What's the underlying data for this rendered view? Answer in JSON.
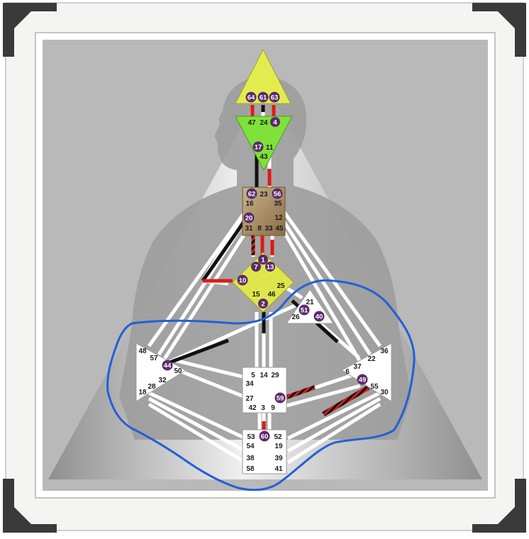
{
  "colors": {
    "photo_frame": "#f4f4f2",
    "corner_bracket": "#3a3a3a",
    "chart_background": "#b9b9b9",
    "triangle_gradient_light": "#f0f0f0",
    "triangle_gradient_dark": "#8f8f8f",
    "silhouette": "#9d9d9d",
    "head_center": "#e3ec4f",
    "ajna_center": "#7fe13a",
    "throat_center": "#a58b62",
    "g_center": "#dfe64c",
    "white_center": "#ffffff",
    "channel": "#ffffff",
    "channel_black": "#111111",
    "channel_red": "#dd1a1a",
    "activated_gate": "#5c2a6c",
    "highlight_outline": "#2160d8"
  },
  "centers": [
    {
      "id": "head",
      "name": "head-center",
      "shape": "triangle-up",
      "gates": [
        "64",
        "61",
        "63"
      ]
    },
    {
      "id": "ajna",
      "name": "ajna-center",
      "shape": "triangle-down",
      "gates": [
        "47",
        "24",
        "4",
        "17",
        "11",
        "43"
      ]
    },
    {
      "id": "throat",
      "name": "throat-center",
      "shape": "square",
      "gates": [
        "62",
        "23",
        "56",
        "16",
        "35",
        "20",
        "12",
        "31",
        "8",
        "33",
        "45"
      ]
    },
    {
      "id": "g",
      "name": "g-center",
      "shape": "diamond",
      "gates": [
        "1",
        "7",
        "13",
        "10",
        "25",
        "15",
        "46",
        "2"
      ]
    },
    {
      "id": "ego",
      "name": "heart-center",
      "shape": "triangle-small",
      "gates": [
        "21",
        "51",
        "26",
        "40"
      ]
    },
    {
      "id": "spleen",
      "name": "spleen-center",
      "shape": "triangle-left",
      "gates": [
        "48",
        "57",
        "44",
        "50",
        "32",
        "28",
        "18"
      ]
    },
    {
      "id": "sacral",
      "name": "sacral-center",
      "shape": "square",
      "gates": [
        "5",
        "14",
        "29",
        "34",
        "27",
        "59",
        "42",
        "3",
        "9"
      ]
    },
    {
      "id": "sp",
      "name": "solar-plexus-center",
      "shape": "triangle-right",
      "gates": [
        "36",
        "22",
        "37",
        "6",
        "49",
        "55",
        "30"
      ]
    },
    {
      "id": "root",
      "name": "root-center",
      "shape": "square",
      "gates": [
        "53",
        "60",
        "52",
        "54",
        "19",
        "38",
        "39",
        "58",
        "41"
      ]
    }
  ],
  "activated_gates": [
    "64",
    "61",
    "63",
    "4",
    "17",
    "62",
    "56",
    "20",
    "1",
    "7",
    "13",
    "10",
    "2",
    "51",
    "40",
    "44",
    "59",
    "49",
    "60"
  ]
}
